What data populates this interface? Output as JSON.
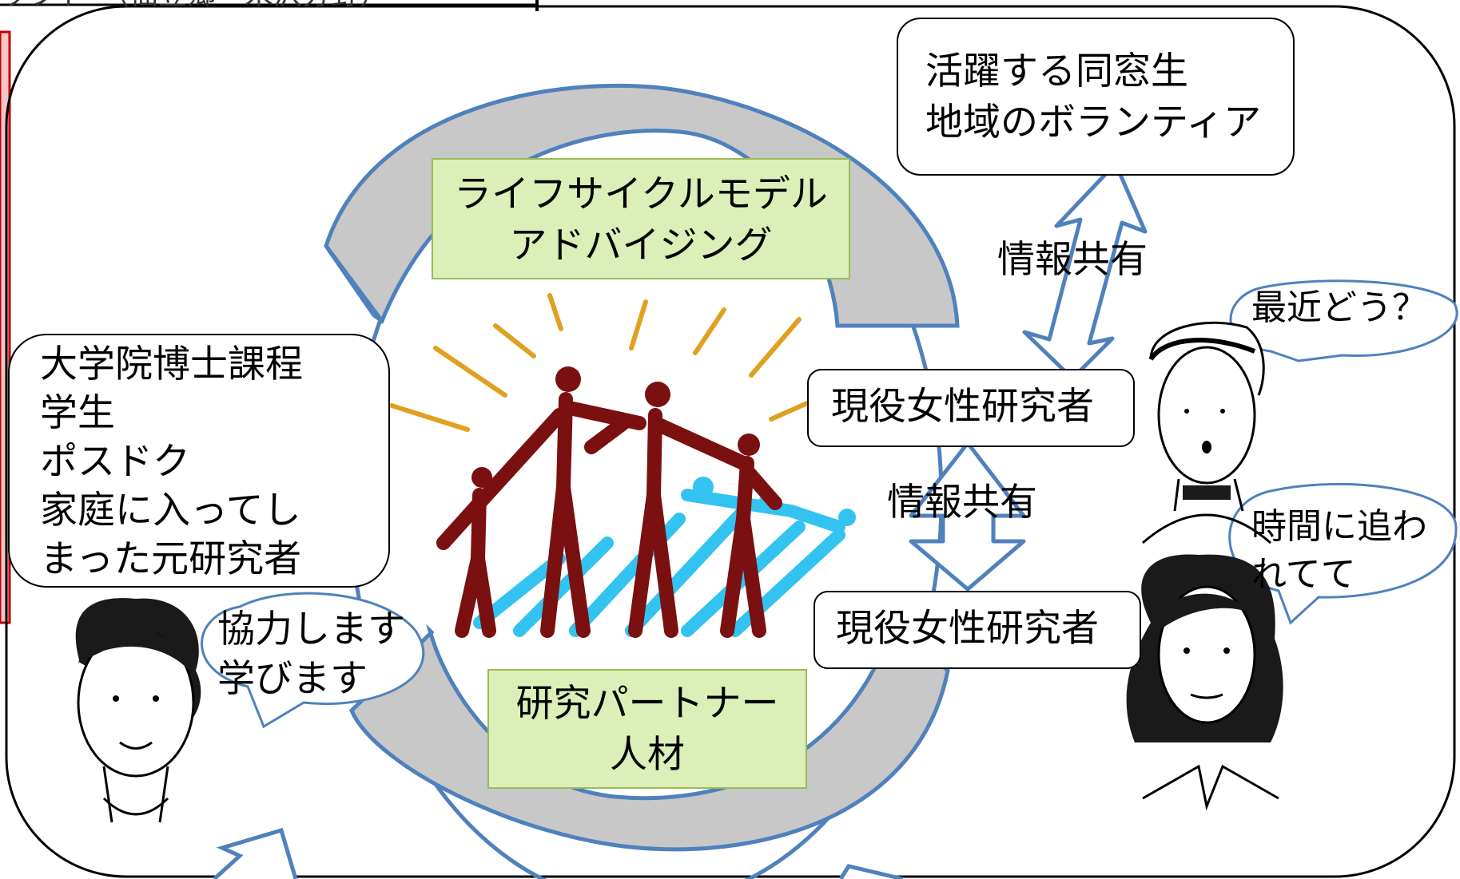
{
  "header_fragment": "ップト・（仙豆郷・米沢分野）",
  "center": {
    "top_label": [
      "ライフサイクルモデル",
      "アドバイジング"
    ],
    "bottom_label": [
      "研究パートナー",
      "人材"
    ]
  },
  "alumni_box": [
    "活躍する同窓生",
    "地域のボランティア"
  ],
  "students_box": [
    "大学院博士課程",
    "学生",
    "ポスドク",
    "家庭に入ってし",
    "まった元研究者"
  ],
  "researcher_top": "現役女性研究者",
  "researcher_bottom": "現役女性研究者",
  "info_share_upper": "情報共有",
  "info_share_lower": "情報共有",
  "bubbles": {
    "cooperate": [
      "協力します",
      "学びます"
    ],
    "how_are_you": "最近どう？",
    "busy": [
      "時間に追わ",
      "れてて"
    ]
  },
  "colors": {
    "arrow_stroke": "#4f81bd",
    "cycle_fill": "#c8c8c8",
    "green_box": "#dcefb8",
    "people_dark": "#7a1010",
    "people_light": "#33c3f0",
    "rays": "#e0a020"
  }
}
